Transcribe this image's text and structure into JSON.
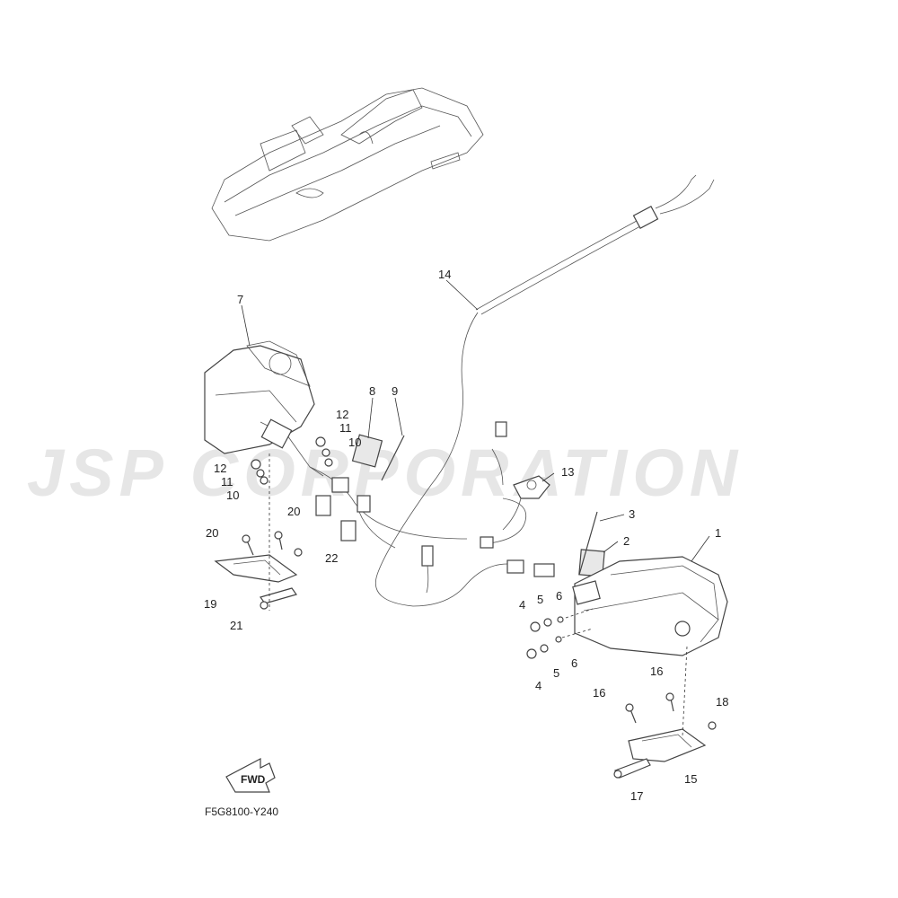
{
  "watermark": "JSP CORPORATION",
  "figure_code": "F5G8100-Y240",
  "fwd_label": "FWD",
  "callouts": [
    {
      "id": "c1",
      "label": "1"
    },
    {
      "id": "c2",
      "label": "2"
    },
    {
      "id": "c3",
      "label": "3"
    },
    {
      "id": "c4a",
      "label": "4"
    },
    {
      "id": "c4b",
      "label": "4"
    },
    {
      "id": "c5a",
      "label": "5"
    },
    {
      "id": "c5b",
      "label": "5"
    },
    {
      "id": "c6a",
      "label": "6"
    },
    {
      "id": "c6b",
      "label": "6"
    },
    {
      "id": "c7",
      "label": "7"
    },
    {
      "id": "c8",
      "label": "8"
    },
    {
      "id": "c9",
      "label": "9"
    },
    {
      "id": "c10a",
      "label": "10"
    },
    {
      "id": "c10b",
      "label": "10"
    },
    {
      "id": "c11a",
      "label": "11"
    },
    {
      "id": "c11b",
      "label": "11"
    },
    {
      "id": "c12a",
      "label": "12"
    },
    {
      "id": "c12b",
      "label": "12"
    },
    {
      "id": "c13",
      "label": "13"
    },
    {
      "id": "c14",
      "label": "14"
    },
    {
      "id": "c15",
      "label": "15"
    },
    {
      "id": "c16a",
      "label": "16"
    },
    {
      "id": "c16b",
      "label": "16"
    },
    {
      "id": "c17",
      "label": "17"
    },
    {
      "id": "c18",
      "label": "18"
    },
    {
      "id": "c19",
      "label": "19"
    },
    {
      "id": "c20a",
      "label": "20"
    },
    {
      "id": "c20b",
      "label": "20"
    },
    {
      "id": "c21",
      "label": "21"
    },
    {
      "id": "c22",
      "label": "22"
    }
  ]
}
